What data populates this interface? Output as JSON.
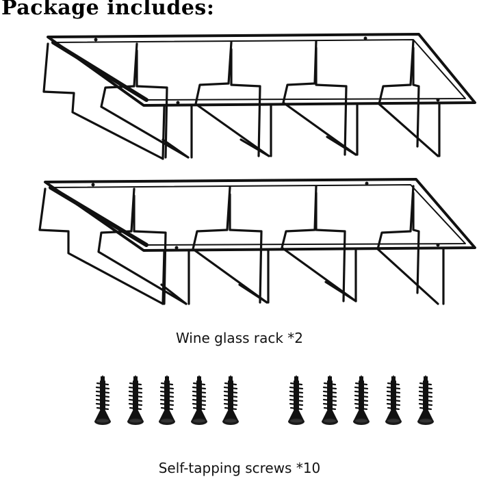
{
  "header": {
    "title": "Package includes:"
  },
  "items": [
    {
      "caption": "Wine glass rack  *2",
      "quantity": 2,
      "icon": "wine-glass-rack"
    },
    {
      "caption": "Self-tapping screws *10",
      "quantity": 10,
      "icon": "screw"
    }
  ],
  "colors": {
    "metal": "#111111",
    "text": "#111111"
  }
}
